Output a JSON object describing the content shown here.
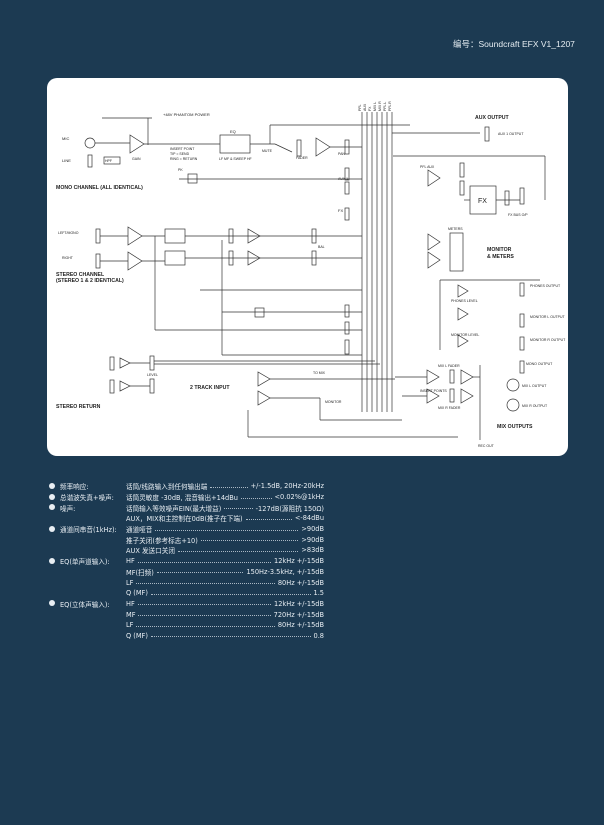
{
  "header": {
    "doc_id": "编号：Soundcraft EFX V1_1207"
  },
  "diagram": {
    "labels": {
      "phantom": "+48V PHANTOM POWER",
      "mic": "MIC",
      "line": "LINE",
      "hpf": "HPF",
      "gain": "GAIN",
      "insert": "INSERT POINT",
      "insert_tip": "TIP = SEND",
      "insert_ring": "RING = RETURN",
      "eq": "EQ",
      "eq_bands": "LF  MF & SWEEP  HF",
      "mute": "MUTE",
      "fader": "FADER",
      "pan": "PAN",
      "pk": "PK",
      "aux1": "AUX 1",
      "fx": "FX",
      "mono_channel": "MONO CHANNEL (ALL IDENTICAL)",
      "left_mono": "LEFT/MONO",
      "right": "RIGHT",
      "stereo_channel": "STEREO CHANNEL",
      "stereo_channel2": "(STEREO 1 & 2 IDENTICAL)",
      "bal": "BAL",
      "level": "LEVEL",
      "stereo_return": "STEREO RETURN",
      "two_track": "2 TRACK INPUT",
      "to_mix": "TO MIX",
      "monitor": "MONITOR",
      "aux_output": "AUX OUTPUT",
      "aux1_out": "AUX 1 OUTPUT",
      "fx_block": "FX",
      "fx_bus_out": "FX BUS O/P",
      "pfl_aux": "PFL AUX",
      "metres": "METERS",
      "monitor_meters": "MONITOR",
      "monitor_meters2": "& METERS",
      "phones_level": "PHONES LEVEL",
      "phones_output": "PHONES OUTPUT",
      "monitor_level": "MONITOR LEVEL",
      "monitor_l_out": "MONITOR L OUTPUT",
      "monitor_r_out": "MONITOR R OUTPUT",
      "mix_l_fader": "MIX L FADER",
      "mix_r_fader": "MIX R FADER",
      "insert_points": "INSERT POINTS",
      "mix_l_out": "MIX L OUTPUT",
      "mix_r_out": "MIX R OUTPUT",
      "mono_out": "MONO OUTPUT",
      "rec_out": "REC OUT",
      "mix_outputs": "MIX OUTPUTS",
      "bus_names": [
        "PFL",
        "AUX",
        "FX",
        "MIX L",
        "MIX R",
        "PFL L",
        "PFL R"
      ]
    }
  },
  "specs": [
    {
      "label": "频率响应:",
      "item": "话筒/线路输入到任何输出端",
      "value": "+/-1.5dB, 20Hz-20kHz"
    },
    {
      "label": "总谐波失真+噪声:",
      "item": "话筒灵敏度 -30dB, 混音输出+14dBu",
      "value": "<0.02%@1kHz"
    },
    {
      "label": "噪声:",
      "item": "话筒输入等效噪声EIN(最大增益)",
      "value": "-127dB(源阻抗 150Ω)"
    },
    {
      "label": "",
      "item": "AUX，MIX和主控制在0dB(推子在下端)",
      "value": "<-84dBu"
    },
    {
      "label": "通道间串音(1kHz):",
      "item": "通道哑音",
      "value": ">90dB"
    },
    {
      "label": "",
      "item": "推子关闭(参考标志+10)",
      "value": ">90dB"
    },
    {
      "label": "",
      "item": "AUX 发送口关闭",
      "value": ">83dB"
    },
    {
      "label": "EQ(单声道输入):",
      "item": "HF",
      "value": "12kHz +/-15dB"
    },
    {
      "label": "",
      "item": "MF(扫频)",
      "value": "150Hz-3.5kHz, +/-15dB"
    },
    {
      "label": "",
      "item": "LF",
      "value": "80Hz +/-15dB"
    },
    {
      "label": "",
      "item": "Q (MF)",
      "value": "1.5"
    },
    {
      "label": "EQ(立体声输入):",
      "item": "HF",
      "value": "12kHz +/-15dB"
    },
    {
      "label": "",
      "item": "MF",
      "value": "720Hz +/-15dB"
    },
    {
      "label": "",
      "item": "LF",
      "value": "80Hz +/-15dB"
    },
    {
      "label": "",
      "item": "Q (MF)",
      "value": "0.8"
    }
  ]
}
